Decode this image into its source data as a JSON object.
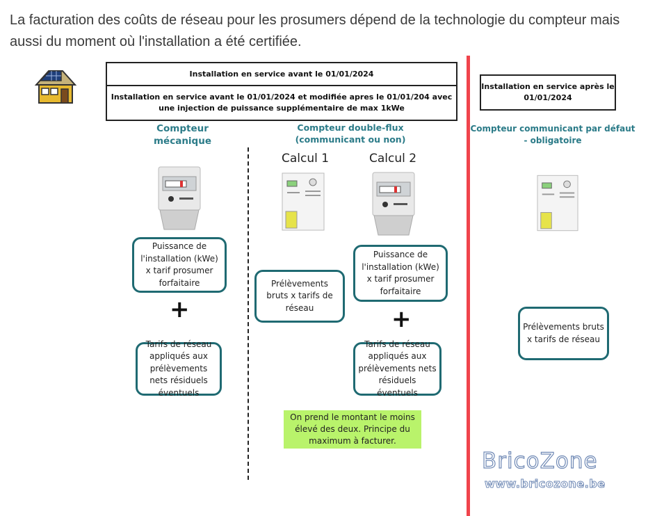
{
  "intro": {
    "text": "La facturation des coûts de réseau pour les prosumers dépend de la technologie du compteur mais aussi du moment où l'installation a été certifiée."
  },
  "headers": {
    "before": "Installation en service avant le 01/01/2024",
    "modified": "Installation en service avant le 01/01/2024 et modifiée apres le 01/01/204 avec une injection de puissance supplémentaire de max 1kWe",
    "after": "Installation en service après le 01/01/2024"
  },
  "columns": {
    "mechanical": "Compteur mécanique",
    "dual_flow": "Compteur double-flux (communicant ou non)",
    "smart": "Compteur communicant  par défaut - obligatoire"
  },
  "calc_labels": {
    "calc1": "Calcul 1",
    "calc2": "Calcul 2"
  },
  "boxes": {
    "mech_power": "Puissance de l'installation (kWe) x tarif prosumer forfaitaire",
    "mech_tariffs": "Tarifs de réseau appliqués aux prélèvements nets résiduels éventuels",
    "calc1_gross": "Prélèvements bruts x tarifs de réseau",
    "calc2_power": "Puissance de l'installation (kWe) x tarif prosumer forfaitaire",
    "calc2_tariffs": "Tarifs de réseau appliqués aux prélèvements nets résiduels éventuels",
    "smart_gross": "Prélèvements bruts x tarifs de réseau"
  },
  "plus_sign": "+",
  "note": "On prend le montant le moins élevé des deux. Principe du maximum à facturer.",
  "brand": {
    "name": "BricoZone",
    "url": "www.bricozone.be"
  },
  "colors": {
    "teal_title": "#2b7b88",
    "box_border": "#1f6a72",
    "divider_red": "#f0444c",
    "note_green": "#b9f36b",
    "brand_blue": "#6f89b5"
  },
  "icons": {
    "house": "house-solar-icon",
    "mechanical_meter": "mechanical-meter-icon",
    "smart_meter": "smart-meter-icon"
  }
}
